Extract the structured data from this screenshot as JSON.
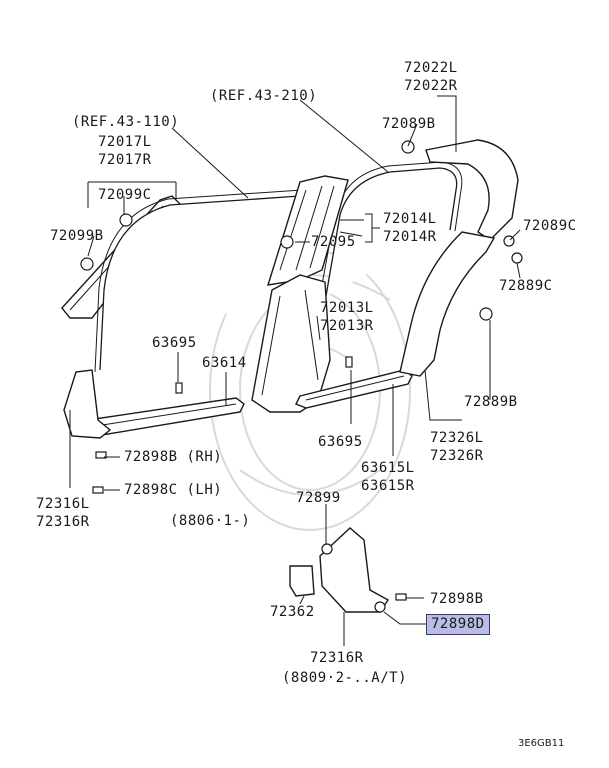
{
  "diagram": {
    "labels": {
      "ref_43_110": "(REF.43-110)",
      "ref_43_210": "(REF.43-210)",
      "p72022": [
        "72022L",
        "72022R"
      ],
      "p72089b": "72089B",
      "p72017": [
        "72017L",
        "72017R"
      ],
      "p72099c": "72099C",
      "p72099b": "72099B",
      "p72014": [
        "72014L",
        "72014R"
      ],
      "p72095": "72095",
      "p72089c": "72089C",
      "p72889c": "72889C",
      "p72013": [
        "72013L",
        "72013R"
      ],
      "p63695_top": "63695",
      "p63614": "63614",
      "p72889b": "72889B",
      "p72326": [
        "72326L",
        "72326R"
      ],
      "p63695_bottom": "63695",
      "p63615": [
        "63615L",
        "63615R"
      ],
      "p72898b_rh": "72898B (RH)",
      "p72898c_lh": "72898C (LH)",
      "p72316_left": [
        "72316L",
        "72316R"
      ],
      "p72899": "72899",
      "date_8806": "(8806·1-)",
      "p72362": "72362",
      "p72898b_right": "72898B",
      "p72898d": "72898D",
      "p72316r_bottom": "72316R",
      "date_8809": "(8809·2-..A/T)",
      "diagram_code": "3E6GB11"
    },
    "highlight_color": "#b9bde6"
  }
}
